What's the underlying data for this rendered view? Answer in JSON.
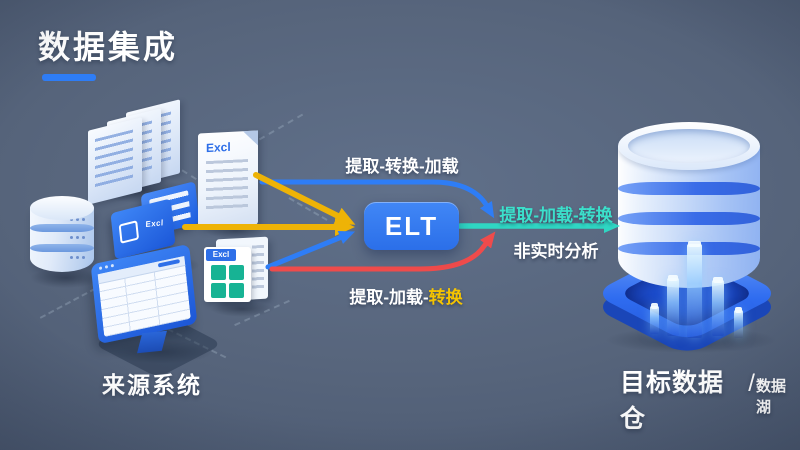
{
  "title": {
    "text": "数据集成"
  },
  "flow": {
    "elt_label": "ELT",
    "top_path_label": "提取-转换-加载",
    "bottom_path_white": "提取-加载-",
    "bottom_path_yellow": "转换",
    "output_label": "提取-加载-转换",
    "output_note": "非实时分析"
  },
  "sources": {
    "caption": "来源系统",
    "excel_doc_label": "Excl",
    "excel_sheet_label": "Excl",
    "card_label": "Excl"
  },
  "target": {
    "caption_main": "目标数据仓",
    "caption_separator": "/",
    "caption_sub": "数据湖"
  },
  "colors": {
    "background": "#55657a",
    "accent_blue": "#2e7df6",
    "arrow_blue": "#2e7df6",
    "arrow_yellow": "#eeb306",
    "arrow_red": "#ef4b4b",
    "arrow_teal": "#2fd6c3",
    "label_teal": "#3be0cb",
    "label_yellow": "#f5c400",
    "excel_green": "#17b394",
    "elt_box": "#2b6fe9"
  }
}
